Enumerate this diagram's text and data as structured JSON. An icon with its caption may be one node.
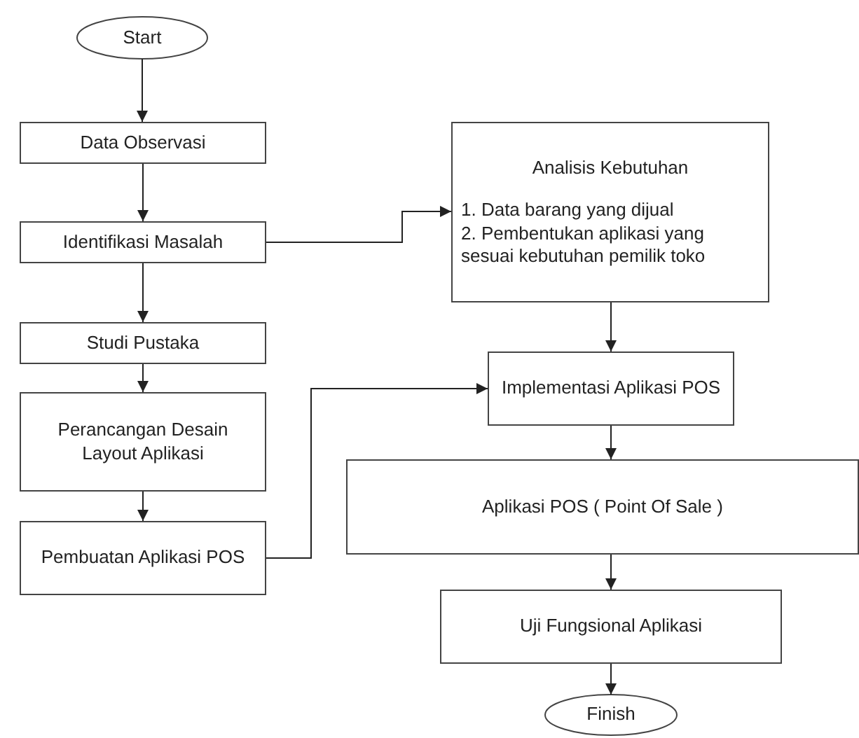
{
  "diagram": {
    "nodes": [
      {
        "text": [
          "Start"
        ]
      },
      {
        "text": [
          "Data Observasi"
        ]
      },
      {
        "text": [
          "Identifikasi Masalah"
        ]
      },
      {
        "text": [
          "Studi Pustaka"
        ]
      },
      {
        "text": [
          "Perancangan Desain Layout Aplikasi"
        ]
      },
      {
        "text": [
          "Pembuatan Aplikasi POS"
        ]
      },
      {
        "text": [
          "Analisis Kebutuhan",
          "1. Data barang yang dijual",
          "2. Pembentukan aplikasi yang sesuai kebutuhan pemilik toko"
        ]
      },
      {
        "text": [
          "Implementasi Aplikasi POS"
        ]
      },
      {
        "text": [
          "Aplikasi POS ( Point Of Sale )"
        ]
      },
      {
        "text": [
          "Uji Fungsional Aplikasi"
        ]
      },
      {
        "text": [
          "Finish"
        ]
      }
    ],
    "edges": [
      {
        "from": 0,
        "to": 1,
        "arrow": "to"
      },
      {
        "from": 1,
        "to": 2,
        "arrow": "to"
      },
      {
        "from": 2,
        "to": 3,
        "arrow": "to"
      },
      {
        "from": 3,
        "to": 4,
        "arrow": "to"
      },
      {
        "from": 4,
        "to": 5,
        "arrow": "to"
      },
      {
        "from": 2,
        "to": 6,
        "arrow": "to"
      },
      {
        "from": 6,
        "to": 7,
        "arrow": "to"
      },
      {
        "from": 5,
        "to": 7,
        "arrow": "to"
      },
      {
        "from": 7,
        "to": 8,
        "arrow": "to"
      },
      {
        "from": 8,
        "to": 9,
        "arrow": "to"
      },
      {
        "from": 9,
        "to": 10,
        "arrow": "to"
      }
    ]
  }
}
